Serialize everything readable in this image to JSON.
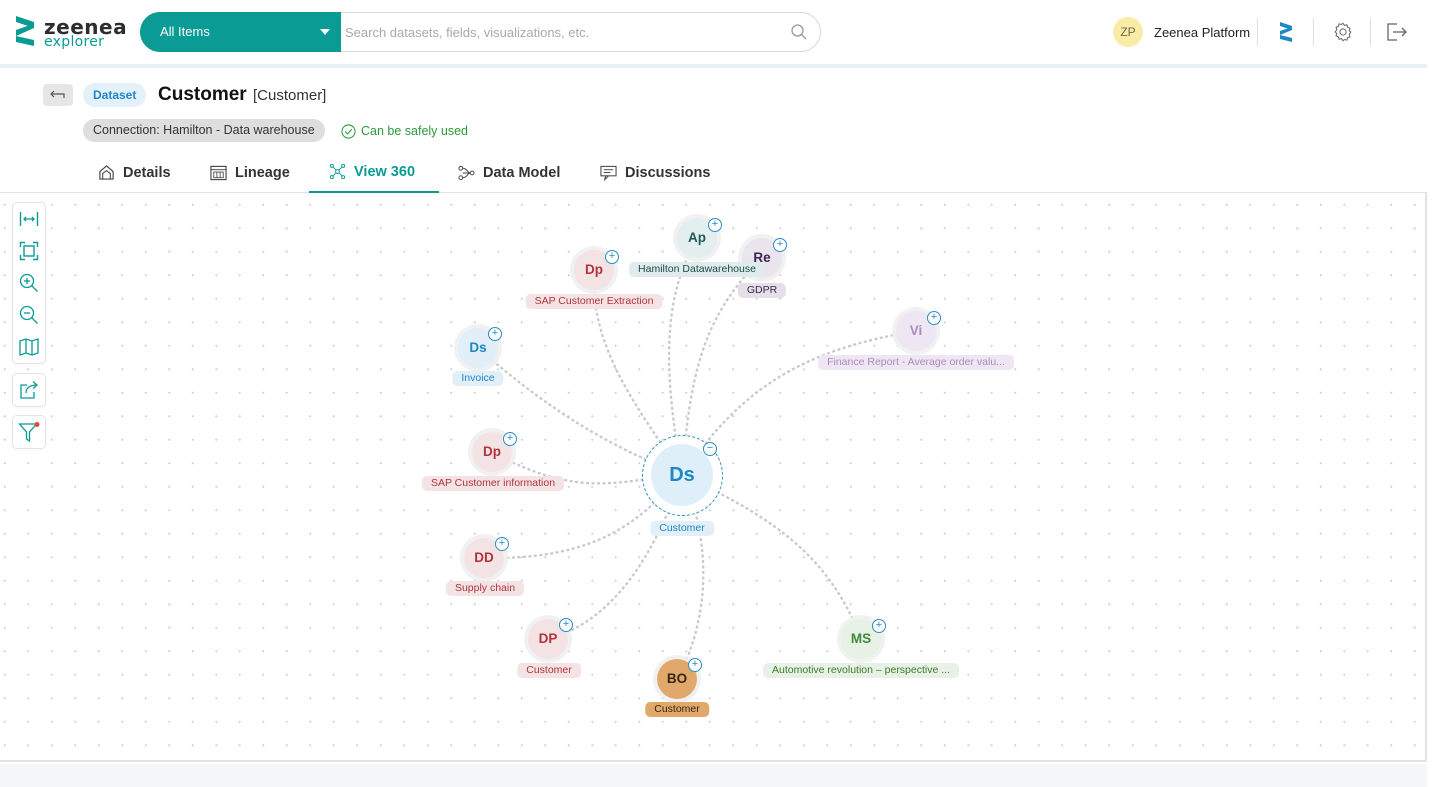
{
  "header": {
    "logo_line1": "zeenea",
    "logo_line2": "explorer",
    "scope_label": "All Items",
    "search_placeholder": "Search datasets, fields, visualizations, etc.",
    "user_initials": "ZP",
    "user_name": "Zeenea Platform"
  },
  "item": {
    "type_badge": "Dataset",
    "title": "Customer",
    "subtitle": "[Customer]",
    "connection": "Connection: Hamilton - Data warehouse",
    "status": "Can be safely used"
  },
  "tabs": [
    {
      "label": "Details",
      "icon": "home-icon"
    },
    {
      "label": "Lineage",
      "icon": "lineage-icon"
    },
    {
      "label": "View 360",
      "icon": "network-icon",
      "active": true
    },
    {
      "label": "Data Model",
      "icon": "data-model-icon"
    },
    {
      "label": "Discussions",
      "icon": "discussions-icon"
    }
  ],
  "toolbar": [
    "fit-width-icon",
    "fit-screen-icon",
    "zoom-in-icon",
    "zoom-out-icon",
    "map-icon",
    "export-icon",
    "filter-icon"
  ],
  "graph": {
    "center": {
      "abbr": "Ds",
      "label": "Customer"
    },
    "nodes": [
      {
        "abbr": "Ap",
        "label": "Hamilton Datawarehouse"
      },
      {
        "abbr": "Re",
        "label": "GDPR"
      },
      {
        "abbr": "Dp",
        "label": "SAP Customer Extraction"
      },
      {
        "abbr": "Vi",
        "label": "Finance Report - Average order valu..."
      },
      {
        "abbr": "Ds",
        "label": "Invoice"
      },
      {
        "abbr": "Dp",
        "label": "SAP Customer information"
      },
      {
        "abbr": "DD",
        "label": "Supply chain"
      },
      {
        "abbr": "DP",
        "label": "Customer"
      },
      {
        "abbr": "BO",
        "label": "Customer"
      },
      {
        "abbr": "MS",
        "label": "Automotive revolution – perspective ..."
      }
    ]
  },
  "colors": {
    "brand": "#0a9b95",
    "dataset": "#1f87c6",
    "process": "#b0333d",
    "application": "#1b5c5a",
    "regulation": "#3b2650",
    "visualization": "#a98bbf",
    "business_object": "#e0a96b",
    "ms": "#3d8a3d"
  }
}
